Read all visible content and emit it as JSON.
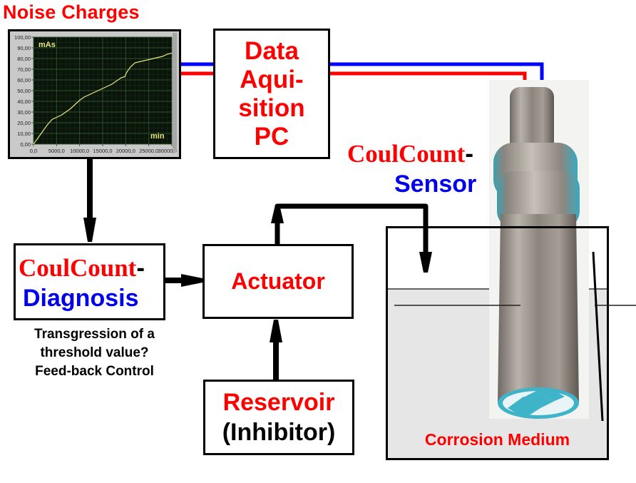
{
  "diagram": {
    "title": "Noise Charges",
    "daq_box": {
      "lines": [
        "Data",
        "Aqui-",
        "sition",
        "PC"
      ]
    },
    "sensor_label": {
      "brand": "CoulCount",
      "dash": "-",
      "name": "Sensor"
    },
    "diagnosis_box": {
      "brand": "CoulCount",
      "dash": "-",
      "name": "Diagnosis"
    },
    "diagnosis_note": [
      "Transgression of a",
      "threshold value?",
      "Feed-back Control"
    ],
    "actuator_box": {
      "label": "Actuator"
    },
    "reservoir_box": {
      "line1": "Reservoir",
      "line2": "(Inhibitor)"
    },
    "tank": {
      "label": "Corrosion Medium"
    },
    "colors": {
      "red": "#ff0000",
      "blue": "#0000ee",
      "plot_bg": "#0a140a",
      "plot_line": "#e6e67a",
      "grid": "#2e5a2e",
      "medium": "#e6e6e6",
      "sensor_tip": "#3fb3c8"
    }
  },
  "chart_data": {
    "type": "line",
    "title": "",
    "ylabel": "mAs",
    "xlabel": "min",
    "xlim": [
      0,
      30000
    ],
    "ylim": [
      0,
      100
    ],
    "xticks": [
      "0,0",
      "5000,0",
      "10000,0",
      "15000,0",
      "20000,0",
      "25000,0",
      "30000,0"
    ],
    "yticks": [
      "0,00",
      "10,00",
      "20,00",
      "30,00",
      "40,00",
      "50,00",
      "60,00",
      "70,00",
      "80,00",
      "90,00",
      "100,00"
    ],
    "grid": true,
    "series": [
      {
        "name": "Noise charge",
        "x": [
          0,
          1000,
          2000,
          3000,
          4000,
          5000,
          6000,
          7000,
          8000,
          9000,
          10000,
          11000,
          12000,
          13000,
          14000,
          15000,
          16000,
          17000,
          18000,
          19000,
          19800,
          20200,
          21000,
          22000,
          23000,
          24000,
          25000,
          26000,
          27000,
          28000,
          29000,
          30000
        ],
        "y": [
          0,
          6,
          12,
          18,
          23,
          25,
          27,
          30,
          33,
          37,
          41,
          44,
          46,
          48,
          50,
          52,
          54,
          56,
          59,
          62,
          63,
          67,
          72,
          76,
          77,
          78,
          79,
          80,
          81,
          82,
          84,
          85
        ]
      }
    ]
  }
}
